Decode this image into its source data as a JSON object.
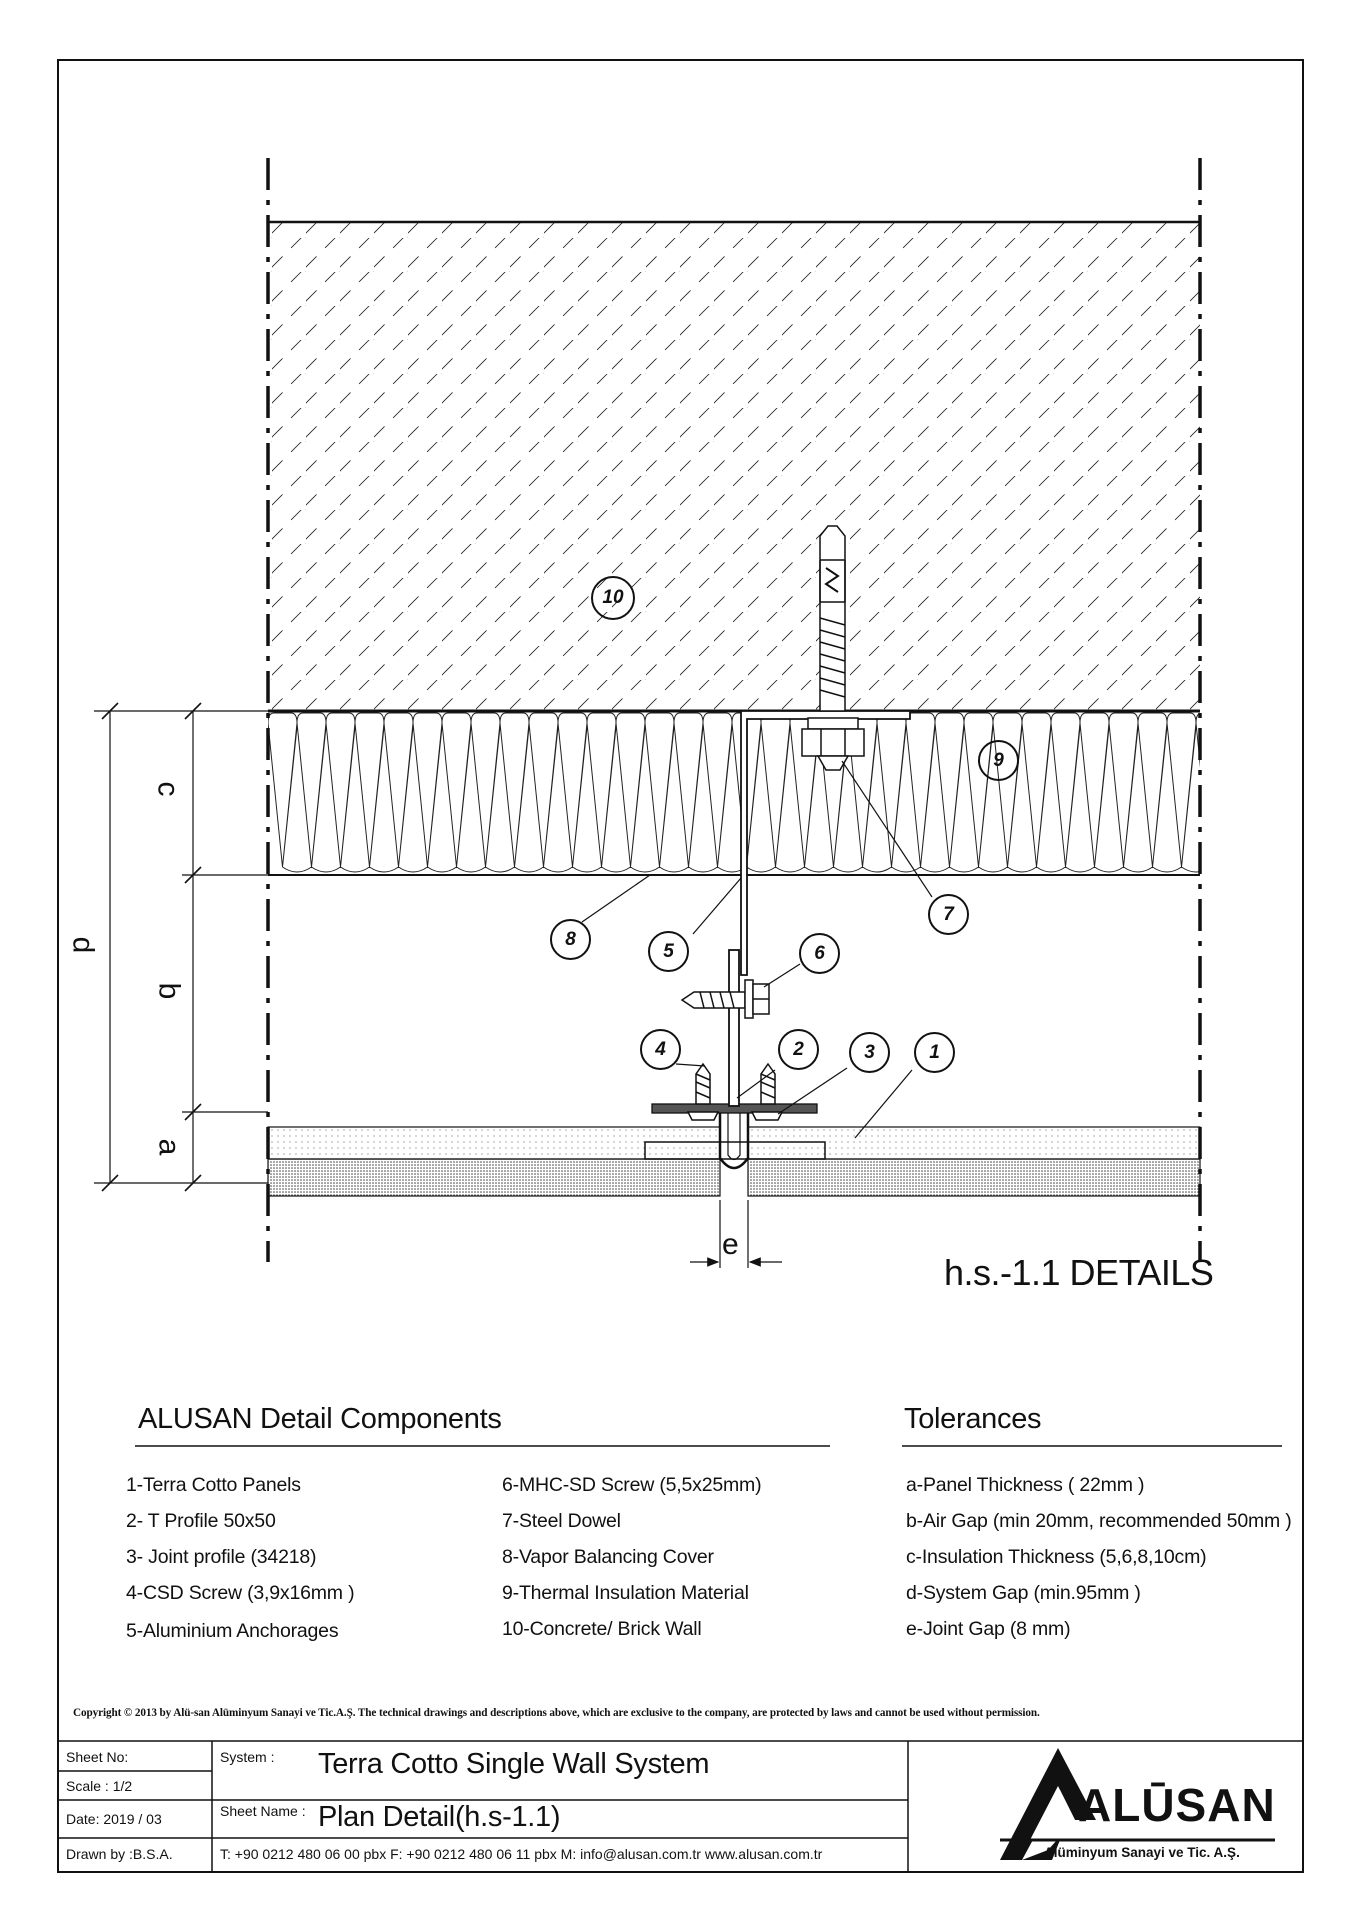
{
  "drawing": {
    "title": "h.s.-1.1 DETAILS",
    "tags": [
      "1",
      "2",
      "3",
      "4",
      "5",
      "6",
      "7",
      "8",
      "9",
      "10"
    ],
    "dimensions": [
      "d",
      "c",
      "b",
      "a",
      "e"
    ]
  },
  "components": {
    "heading": "ALUSAN Detail Components",
    "col1": [
      "1-Terra Cotto Panels",
      "2- T Profile 50x50",
      "3- Joint profile (34218)",
      "4-CSD Screw  (3,9x16mm )",
      "5-Aluminium Anchorages"
    ],
    "col2": [
      "6-MHC-SD Screw (5,5x25mm)",
      "7-Steel Dowel",
      "8-Vapor Balancing Cover",
      "9-Thermal Insulation Material",
      "10-Concrete/ Brick Wall"
    ]
  },
  "tolerances": {
    "heading": "Tolerances",
    "items": [
      "a-Panel Thickness  ( 22mm )",
      "b-Air Gap (min 20mm, recommended 50mm )",
      "c-Insulation Thickness  (5,6,8,10cm)",
      "d-System Gap (min.95mm )",
      "e-Joint Gap  (8 mm)"
    ]
  },
  "copyright": "Copyright © 2013 by Alü-san Alüminyum Sanayi ve Tic.A.Ş. The technical drawings and descriptions above, which are exclusive to the company, are protected by laws and cannot be used without permission.",
  "title_block": {
    "sheet_no_label": "Sheet No:",
    "scale": "Scale : 1/2",
    "date": "Date: 2019 / 03",
    "drawn_by": "Drawn by :B.S.A.",
    "system_label": "System :",
    "system_value": "Terra Cotto Single Wall  System",
    "sheet_name_label": "Sheet Name :",
    "sheet_name_value": "Plan Detail(h.s-1.1)",
    "contact": "T: +90 0212 480 06 00 pbx   F: +90 0212 480 06 11 pbx    M: info@alusan.com.tr     www.alusan.com.tr",
    "logo_name": "ALŪSAN",
    "logo_sub": "Alüminyum Sanayi ve Tic. A.Ş."
  }
}
